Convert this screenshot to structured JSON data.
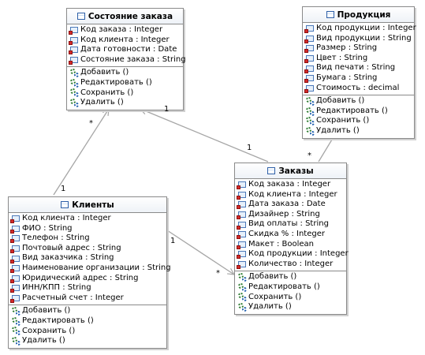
{
  "classes": {
    "order_state": {
      "title": "Состояние заказа",
      "attributes": [
        "Код заказа : Integer",
        "Код клиента : Integer",
        "Дата готовности : Date",
        "Состояние заказа : String"
      ],
      "operations": [
        "Добавить ()",
        "Редактировать ()",
        "Сохранить ()",
        "Удалить ()"
      ]
    },
    "products": {
      "title": "Продукция",
      "attributes": [
        "Код продукции : Integer",
        "Вид продукции : String",
        "Размер : String",
        "Цвет : String",
        "Вид печати : String",
        "Бумага : String",
        "Стоимость : decimal"
      ],
      "operations": [
        "Добавить ()",
        "Редактировать ()",
        "Сохранить ()",
        "Удалить ()"
      ]
    },
    "orders": {
      "title": "Заказы",
      "attributes": [
        "Код заказа : Integer",
        "Код клиента : Integer",
        "Дата заказа : Date",
        "Дизайнер : String",
        "Вид оплаты : String",
        "Скидка % : Integer",
        "Макет : Boolean",
        "Код продукции : Integer",
        "Количество : Integer"
      ],
      "operations": [
        "Добавить ()",
        "Редактировать ()",
        "Сохранить ()",
        "Удалить ()"
      ]
    },
    "clients": {
      "title": "Клиенты",
      "attributes": [
        "Код клиента : Integer",
        "ФИО : String",
        "Телефон : String",
        "Почтовый адрес : String",
        "Вид заказчика : String",
        "Наименование организации : String",
        "Юридический адрес : String",
        "ИНН/КПП : String",
        "Расчетный счет : Integer"
      ],
      "operations": [
        "Добавить ()",
        "Редактировать ()",
        "Сохранить ()",
        "Удалить ()"
      ]
    }
  },
  "multiplicities": {
    "state_clients_star": "*",
    "state_clients_one": "1",
    "state_orders_one_a": "1",
    "state_orders_one_b": "1",
    "products_orders_star": "*",
    "clients_orders_one": "1",
    "clients_orders_star": "*"
  },
  "colors": {
    "connector": "#a6a6a6",
    "border": "#8a8a8a"
  }
}
